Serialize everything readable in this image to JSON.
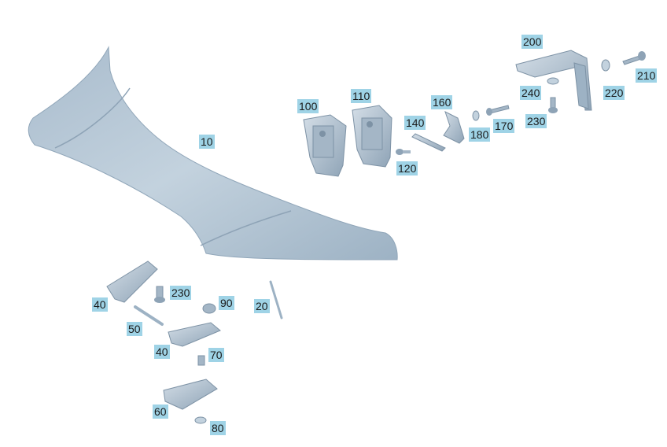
{
  "diagram": {
    "parts": [
      {
        "id": "p10",
        "label": "10"
      },
      {
        "id": "p20",
        "label": "20"
      },
      {
        "id": "p40a",
        "label": "40"
      },
      {
        "id": "p40b",
        "label": "40"
      },
      {
        "id": "p50",
        "label": "50"
      },
      {
        "id": "p60",
        "label": "60"
      },
      {
        "id": "p70",
        "label": "70"
      },
      {
        "id": "p80",
        "label": "80"
      },
      {
        "id": "p90",
        "label": "90"
      },
      {
        "id": "p100",
        "label": "100"
      },
      {
        "id": "p110",
        "label": "110"
      },
      {
        "id": "p120",
        "label": "120"
      },
      {
        "id": "p140",
        "label": "140"
      },
      {
        "id": "p160",
        "label": "160"
      },
      {
        "id": "p170",
        "label": "170"
      },
      {
        "id": "p180",
        "label": "180"
      },
      {
        "id": "p200",
        "label": "200"
      },
      {
        "id": "p210",
        "label": "210"
      },
      {
        "id": "p220",
        "label": "220"
      },
      {
        "id": "p230a",
        "label": "230"
      },
      {
        "id": "p230b",
        "label": "230"
      },
      {
        "id": "p240",
        "label": "240"
      }
    ],
    "colors": {
      "part_fill": "#b9cad8",
      "part_shade": "#8fa5b8",
      "label_bg": "#9fd3e6"
    }
  }
}
